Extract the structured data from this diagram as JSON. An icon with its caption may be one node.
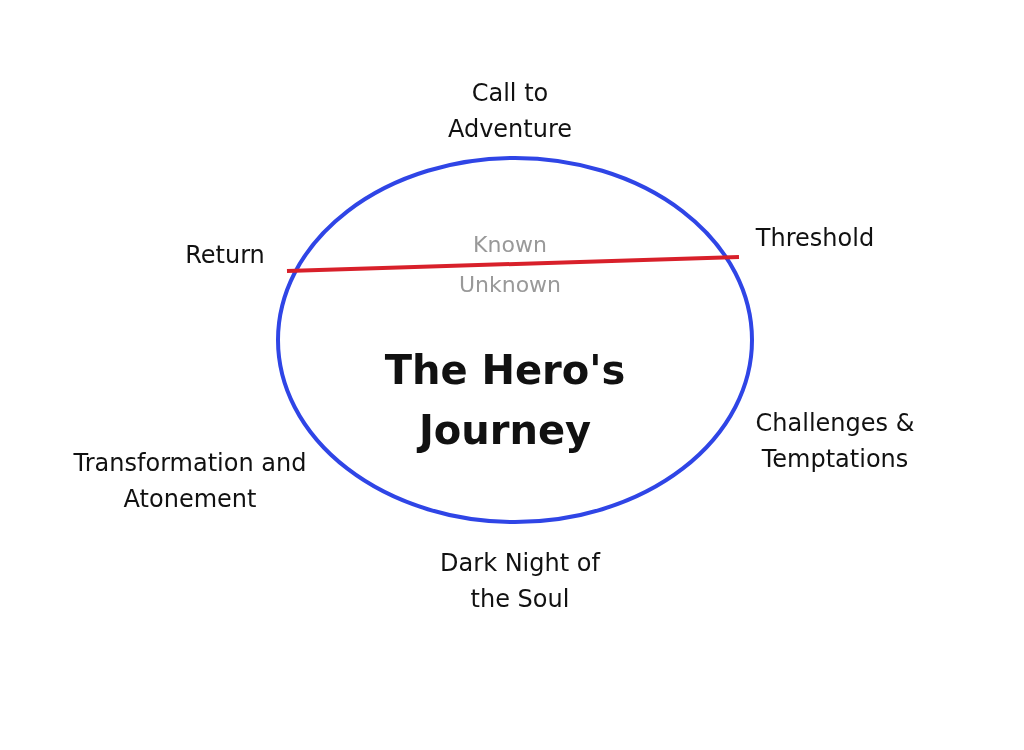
{
  "diagram": {
    "nodes": [
      {
        "text": [
          "The Hero's Journey"
        ]
      }
    ],
    "labels": [
      "Call to Adventure",
      "Return",
      "Known",
      "Threshold",
      "Unknown",
      "Challenges & Temptations",
      "Transformation and Atonement",
      "Dark Night of the Soul"
    ]
  }
}
